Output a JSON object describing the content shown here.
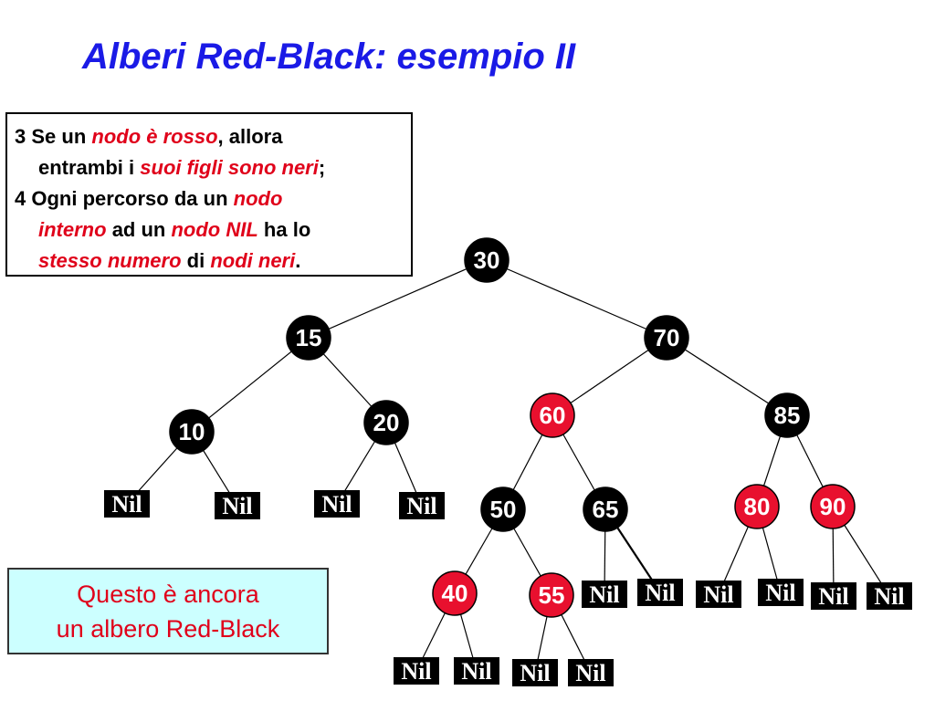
{
  "title": "Alberi Red-Black: esempio II",
  "rules": {
    "r3": {
      "num": "3",
      "p1": "Se un",
      "e1": "nodo è rosso",
      "p2": ", allora",
      "p3": "entrambi i",
      "e2": "suoi figli",
      "e3": "sono neri",
      "p4": ";"
    },
    "r4": {
      "num": "4",
      "p1": "Ogni percorso da un",
      "e1": "nodo",
      "e2": "interno",
      "p2": "ad un",
      "e3": "nodo NIL",
      "p3": "ha lo",
      "e4": "stesso",
      "e5": "numero",
      "p4": "di",
      "e6": "nodi neri",
      "p5": "."
    }
  },
  "note": {
    "line1": "Questo è ancora",
    "line2": "un albero Red-Black"
  },
  "colors": {
    "red_node": "#e8102e",
    "black_node": "#000000",
    "nil_bg": "#000000",
    "title": "#1a1ae6",
    "emphasis": "#e0001a",
    "note_bg": "#ccffff"
  },
  "tree": {
    "nodes": [
      {
        "id": "n30",
        "label": "30",
        "color": "black"
      },
      {
        "id": "n15",
        "label": "15",
        "color": "black"
      },
      {
        "id": "n70",
        "label": "70",
        "color": "black"
      },
      {
        "id": "n10",
        "label": "10",
        "color": "black"
      },
      {
        "id": "n20",
        "label": "20",
        "color": "black"
      },
      {
        "id": "n60",
        "label": "60",
        "color": "red"
      },
      {
        "id": "n85",
        "label": "85",
        "color": "black"
      },
      {
        "id": "n50",
        "label": "50",
        "color": "black"
      },
      {
        "id": "n65",
        "label": "65",
        "color": "black"
      },
      {
        "id": "n80",
        "label": "80",
        "color": "red"
      },
      {
        "id": "n90",
        "label": "90",
        "color": "red"
      },
      {
        "id": "n40",
        "label": "40",
        "color": "red"
      },
      {
        "id": "n55",
        "label": "55",
        "color": "red"
      }
    ],
    "nils": [
      {
        "id": "nil10a",
        "label": "Nil",
        "parent": "n10"
      },
      {
        "id": "nil10b",
        "label": "Nil",
        "parent": "n10"
      },
      {
        "id": "nil20a",
        "label": "Nil",
        "parent": "n20"
      },
      {
        "id": "nil20b",
        "label": "Nil",
        "parent": "n20"
      },
      {
        "id": "nil65a",
        "label": "Nil",
        "parent": "n65"
      },
      {
        "id": "nil65b",
        "label": "Nil",
        "parent": "n65"
      },
      {
        "id": "nil80a",
        "label": "Nil",
        "parent": "n80"
      },
      {
        "id": "nil80b",
        "label": "Nil",
        "parent": "n80"
      },
      {
        "id": "nil90a",
        "label": "Nil",
        "parent": "n90"
      },
      {
        "id": "nil90b",
        "label": "Nil",
        "parent": "n90"
      },
      {
        "id": "nil40a",
        "label": "Nil",
        "parent": "n40"
      },
      {
        "id": "nil40b",
        "label": "Nil",
        "parent": "n40"
      },
      {
        "id": "nil55a",
        "label": "Nil",
        "parent": "n55"
      },
      {
        "id": "nil55b",
        "label": "Nil",
        "parent": "n55"
      }
    ],
    "edges": [
      [
        "n30",
        "n15"
      ],
      [
        "n30",
        "n70"
      ],
      [
        "n15",
        "n10"
      ],
      [
        "n15",
        "n20"
      ],
      [
        "n70",
        "n60"
      ],
      [
        "n70",
        "n85"
      ],
      [
        "n60",
        "n50"
      ],
      [
        "n60",
        "n65"
      ],
      [
        "n85",
        "n80"
      ],
      [
        "n85",
        "n90"
      ],
      [
        "n50",
        "n40"
      ],
      [
        "n50",
        "n55"
      ],
      [
        "n10",
        "nil10a"
      ],
      [
        "n10",
        "nil10b"
      ],
      [
        "n20",
        "nil20a"
      ],
      [
        "n20",
        "nil20b"
      ],
      [
        "n65",
        "nil65a"
      ],
      [
        "n65",
        "nil65b"
      ],
      [
        "n80",
        "nil80a"
      ],
      [
        "n80",
        "nil80b"
      ],
      [
        "n90",
        "nil90a"
      ],
      [
        "n90",
        "nil90b"
      ],
      [
        "n40",
        "nil40a"
      ],
      [
        "n40",
        "nil40b"
      ],
      [
        "n55",
        "nil55a"
      ],
      [
        "n55",
        "nil55b"
      ]
    ]
  }
}
